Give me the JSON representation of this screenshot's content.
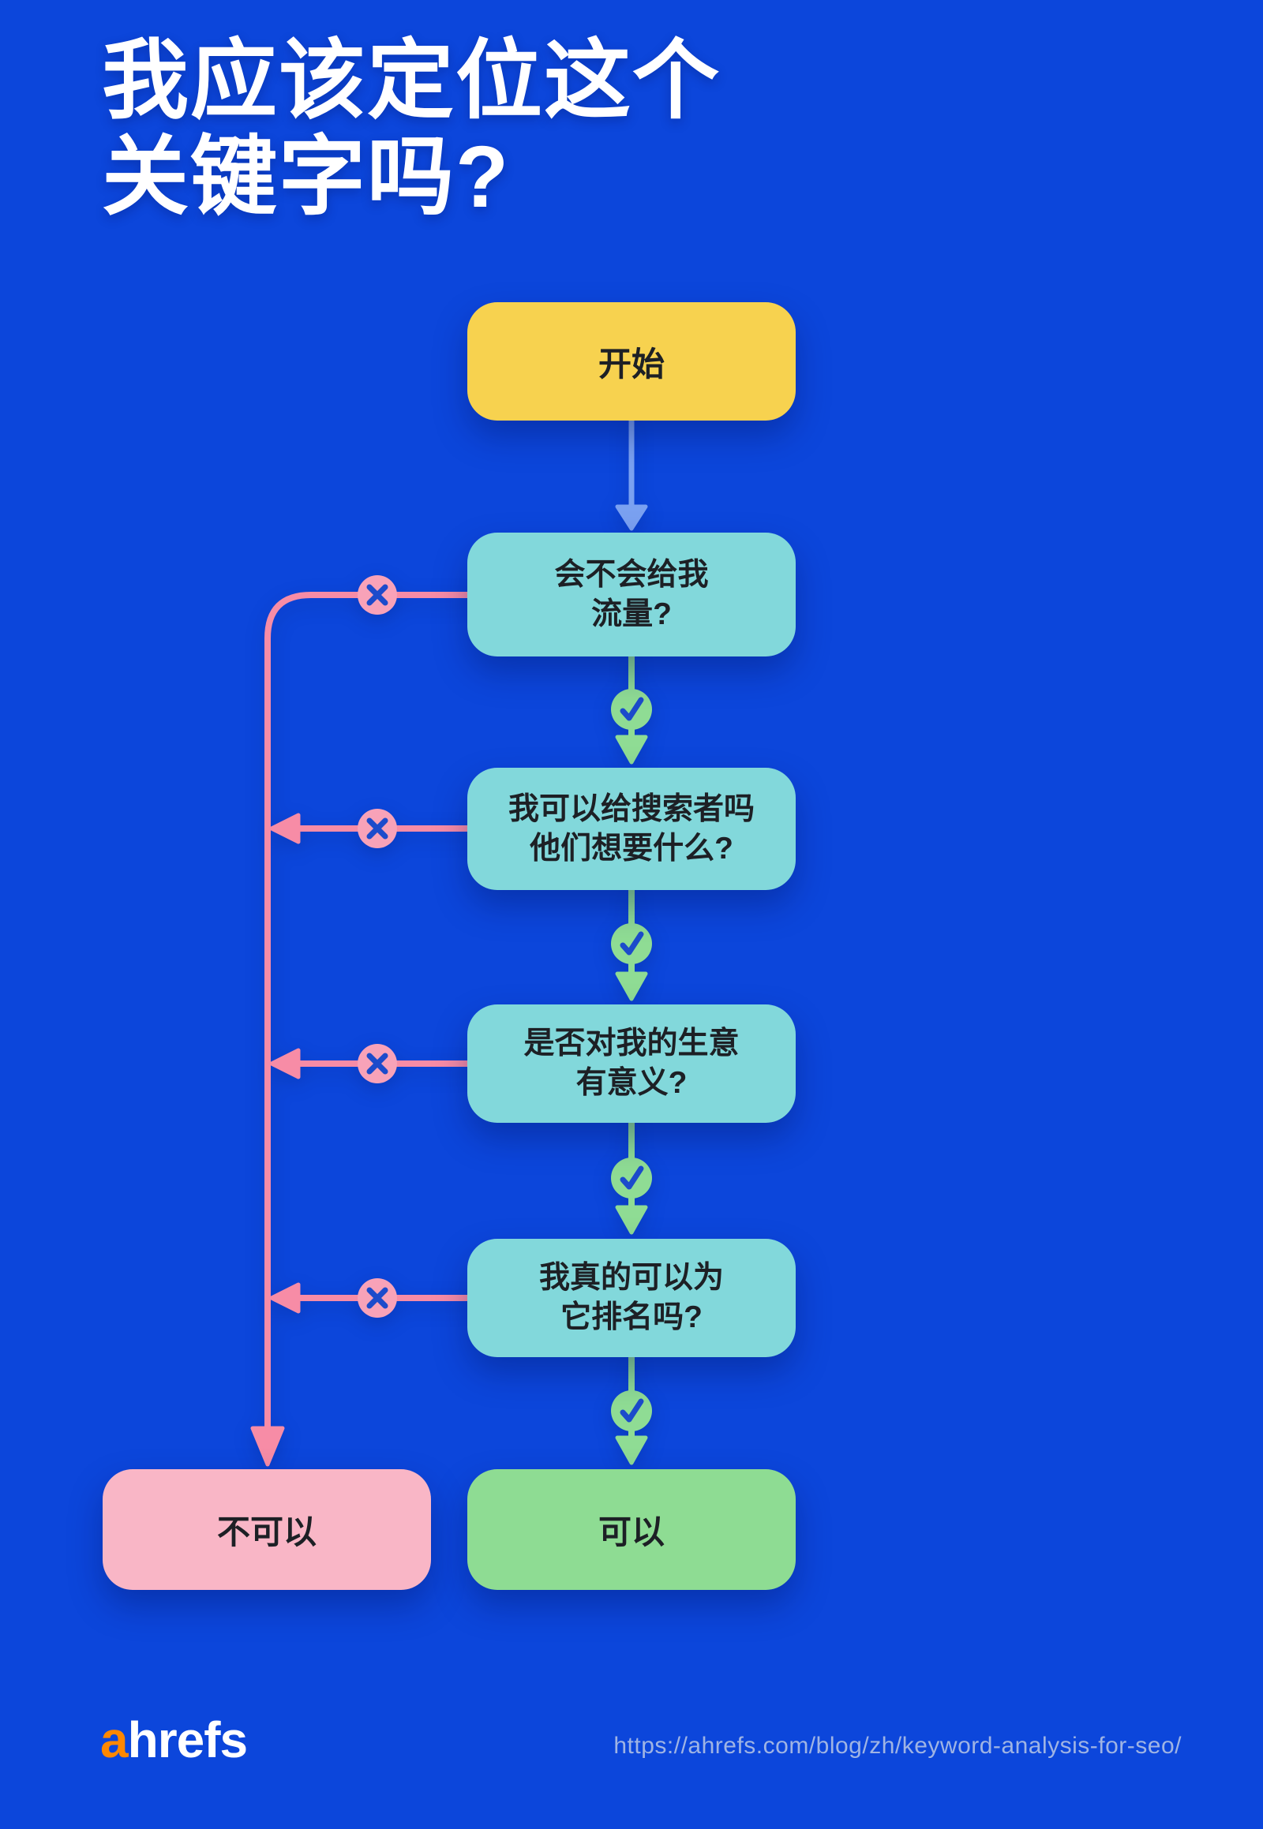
{
  "title": {
    "line1": "我应该定位这个",
    "line2": "关键字吗?"
  },
  "flow": {
    "start_label": "开始",
    "questions": [
      {
        "line1": "会不会给我",
        "line2": "流量?"
      },
      {
        "line1": "我可以给搜索者吗",
        "line2": "他们想要什么?"
      },
      {
        "line1": "是否对我的生意",
        "line2": "有意义?"
      },
      {
        "line1": "我真的可以为",
        "line2": "它排名吗?"
      }
    ],
    "no_label": "不可以",
    "yes_label": "可以"
  },
  "footer": {
    "logo_accent": "a",
    "logo_rest": "hrefs",
    "url": "https://ahrefs.com/blog/zh/keyword-analysis-for-seo/"
  },
  "colors": {
    "background": "#0C46DB",
    "start_box": "#F7D24F",
    "question_box": "#82D8DB",
    "yes_box": "#8EDC93",
    "no_box": "#F9B6C6",
    "yes_line": "#8FDC94",
    "no_line": "#F78CA6",
    "no_circle_fill": "#F8A2B8",
    "start_line": "#7AA1F1",
    "icon_stroke": "#1C4BCB",
    "box_text": "#1D2025",
    "title_text": "#FFFFFF",
    "url_text": "#9FB4E4",
    "logo_accent_color": "#FF8800",
    "logo_text_color": "#FFFFFF"
  }
}
